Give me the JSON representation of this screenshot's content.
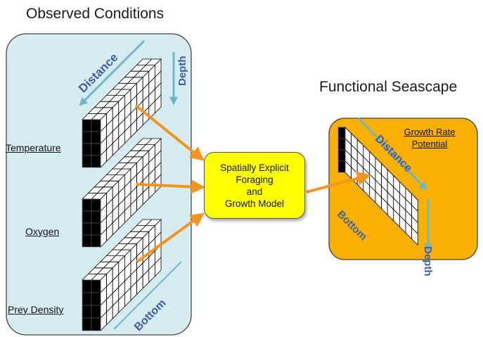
{
  "observed": {
    "title": "Observed Conditions",
    "panel_color": "#d6ecf0",
    "variables": [
      "Temperature",
      "Oxygen",
      "Prey Density"
    ],
    "axis_labels": {
      "distance": "Distance",
      "depth": "Depth",
      "bottom": "Bottom"
    }
  },
  "model": {
    "lines": [
      "Spatially Explicit",
      "Foraging",
      "and",
      "Growth Model"
    ],
    "color": "#ffff00"
  },
  "functional": {
    "title": "Functional Seascape",
    "panel_color": "#f9b000",
    "label_lines": [
      "Growth Rate",
      "Potential"
    ],
    "axis_labels": {
      "distance": "Distance",
      "depth": "Depth",
      "bottom": "Bottom"
    }
  },
  "colors": {
    "arrow": "#f7941d",
    "axis_arrow": "#6fb7c8",
    "axis_text": "#3f5fa3"
  }
}
